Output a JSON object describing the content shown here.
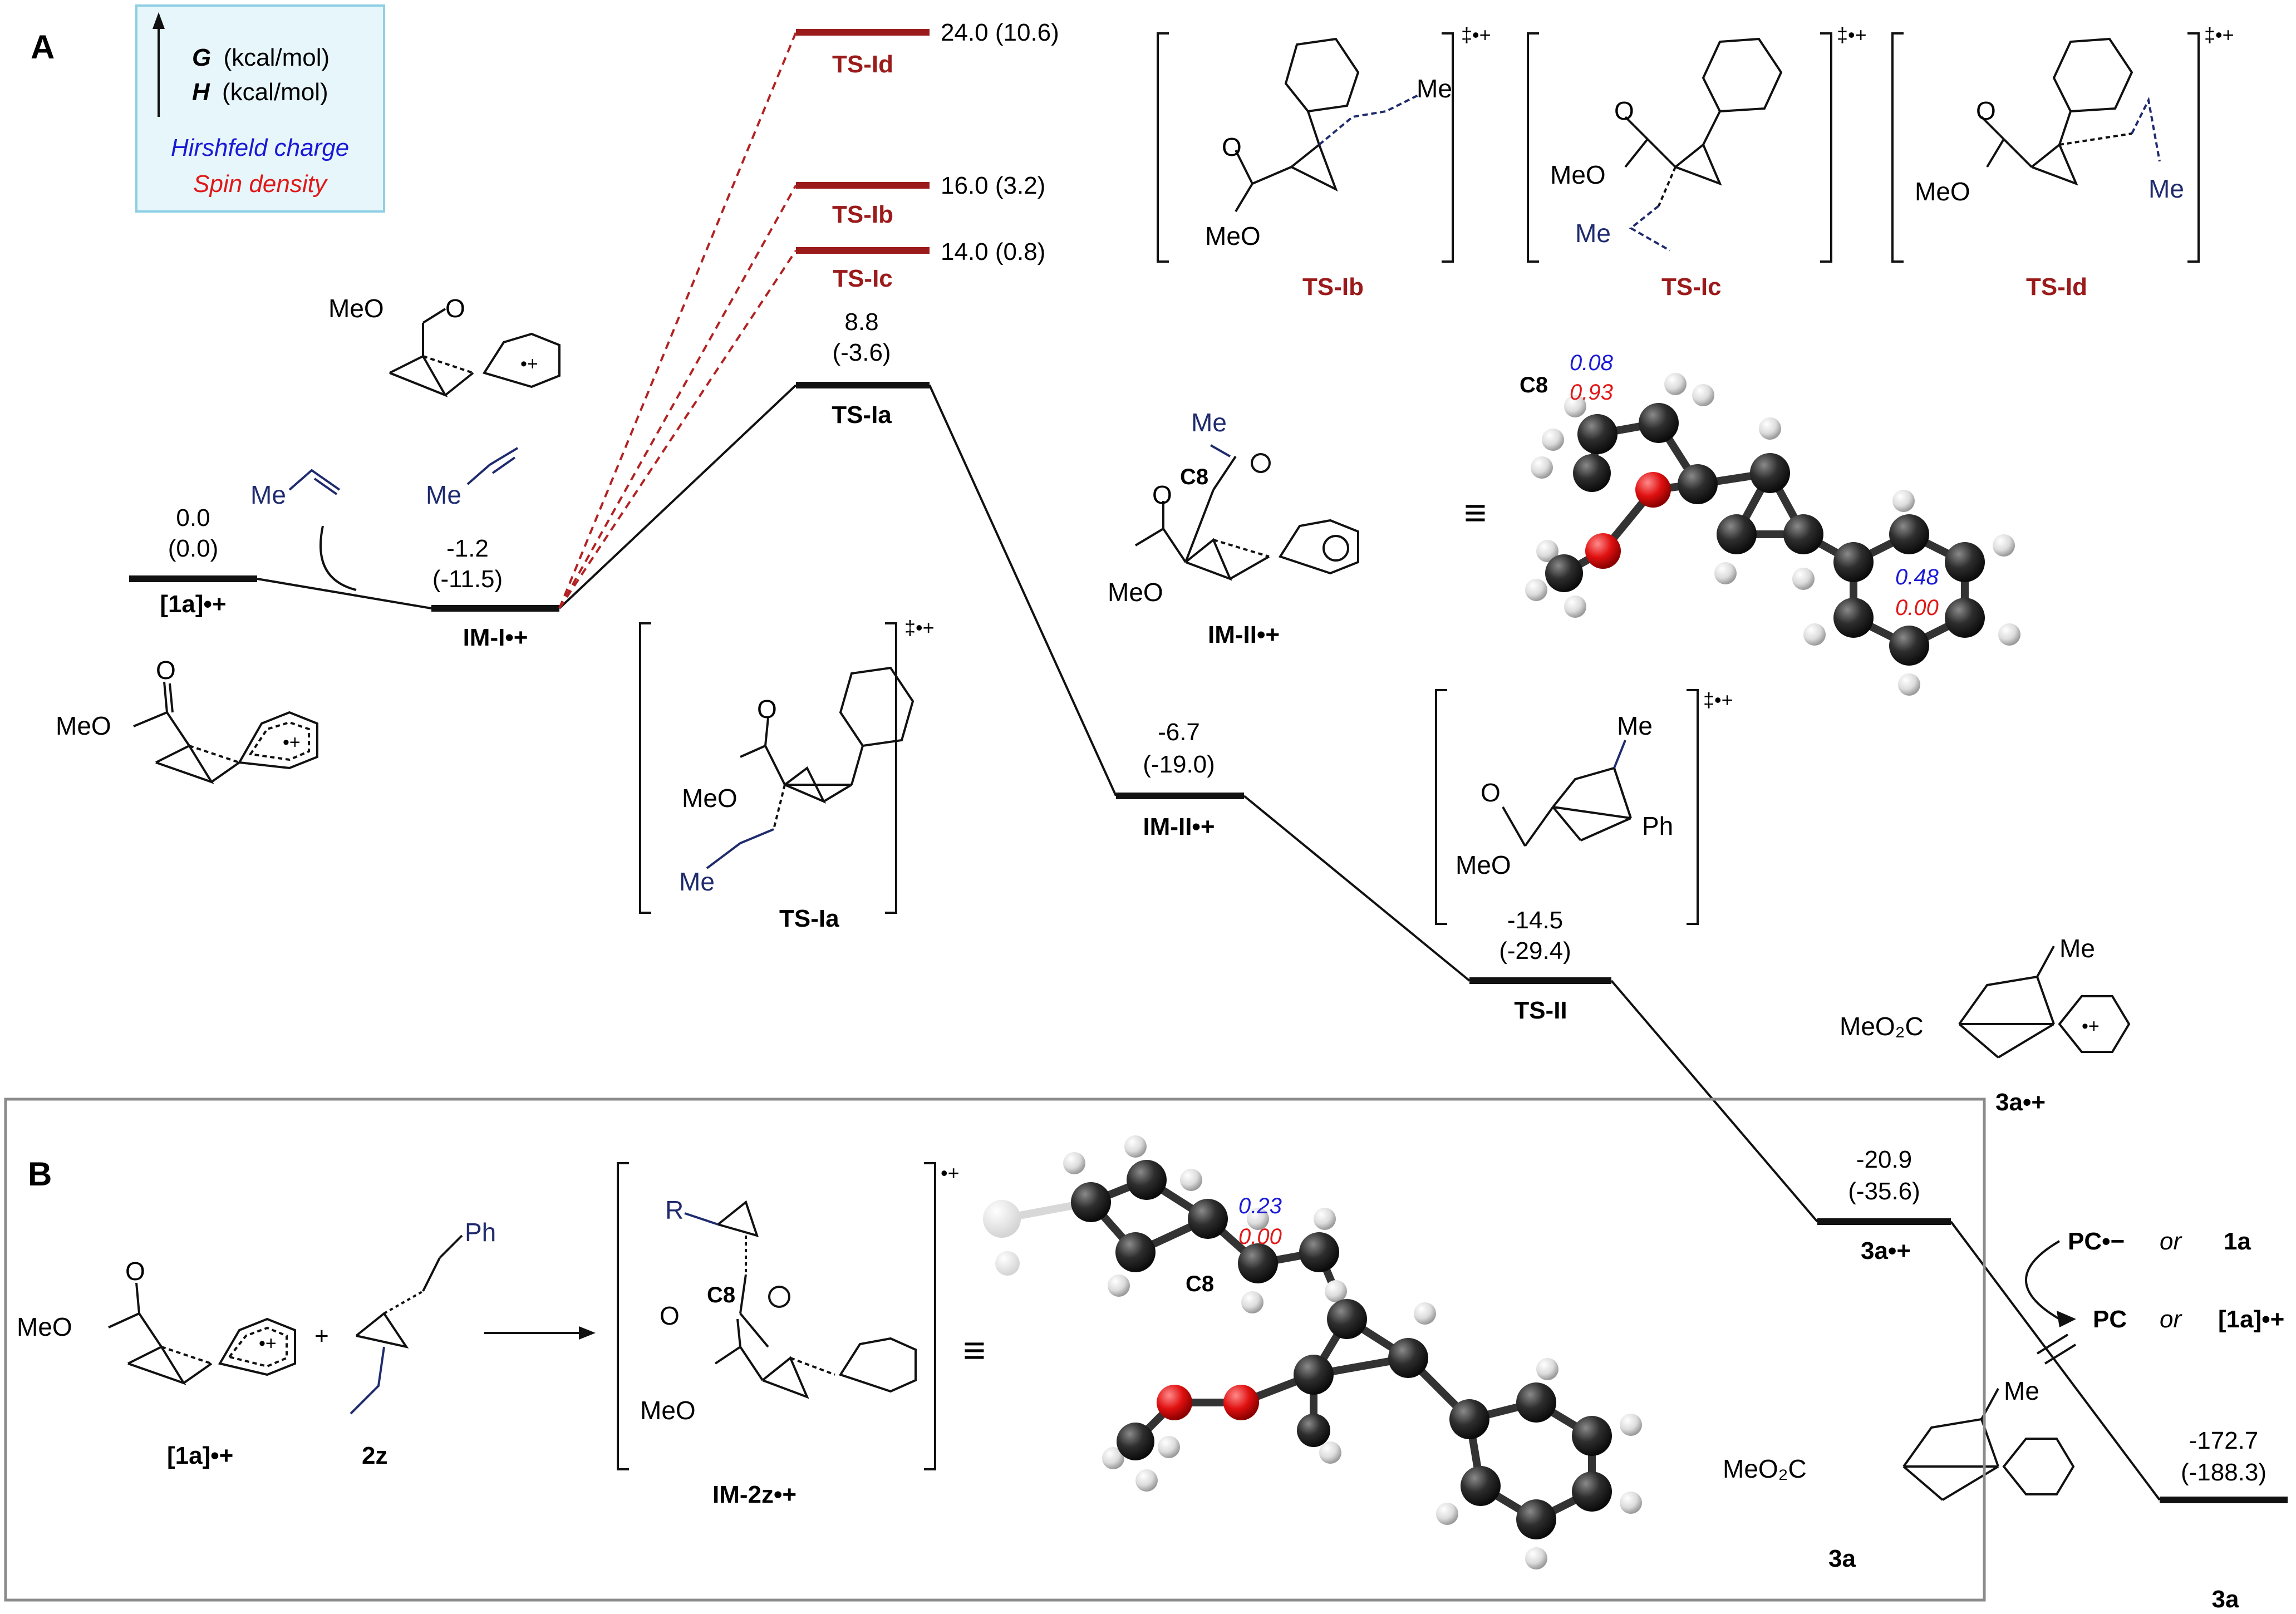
{
  "panel_a_label": "A",
  "panel_b_label": "B",
  "legend": {
    "g_label": "G",
    "h_label": "H",
    "unit": "(kcal/mol)",
    "hirshfeld": "Hirshfeld charge",
    "spin": "Spin density",
    "colors": {
      "charge": "#1a1ad6",
      "spin": "#e01818",
      "box_bg": "#e6f6fb",
      "box_border": "#8ecfe3"
    }
  },
  "energy_levels": [
    {
      "id": "1a",
      "label": "[1a]•+",
      "g": "0.0",
      "h": "(0.0)"
    },
    {
      "id": "IM-I",
      "label": "IM-I•+",
      "g": "-1.2",
      "h": "(-11.5)"
    },
    {
      "id": "TS-Ia",
      "label": "TS-Ia",
      "g": "8.8",
      "h": "(-3.6)"
    },
    {
      "id": "TS-Ib",
      "label": "TS-Ib",
      "value": "16.0 (3.2)"
    },
    {
      "id": "TS-Ic",
      "label": "TS-Ic",
      "value": "14.0 (0.8)"
    },
    {
      "id": "TS-Id",
      "label": "TS-Id",
      "value": "24.0 (10.6)"
    },
    {
      "id": "IM-II",
      "label": "IM-II•+",
      "g": "-6.7",
      "h": "(-19.0)"
    },
    {
      "id": "TS-II",
      "label": "TS-II",
      "g": "-14.5",
      "h": "(-29.4)"
    },
    {
      "id": "3a-rc",
      "label": "3a•+",
      "g": "-20.9",
      "h": "(-35.6)"
    },
    {
      "id": "3a",
      "label": "3a",
      "g": "-172.7",
      "h": "(-188.3)"
    }
  ],
  "ts_structure_labels": {
    "ts_ib": "TS-Ib",
    "ts_ic": "TS-Ic",
    "ts_id": "TS-Id",
    "ts_ia": "TS-Ia",
    "ts_ii_mark": "‡•+",
    "radical_cation_mark": "•+"
  },
  "im2": {
    "label": "IM-II•+",
    "c8": "C8",
    "charge_c8": "0.08",
    "spin_c8": "0.93",
    "charge_ring": "0.48",
    "spin_ring": "0.00"
  },
  "product_labels": {
    "rc": "3a•+",
    "final": "3a"
  },
  "sxt_cycle": {
    "pc_minus": "PC•−",
    "or1": "or",
    "one_a": "1a",
    "pc": "PC",
    "or2": "or",
    "one_a_rc": "[1a]•+"
  },
  "panel_b": {
    "reactant1": "[1a]•+",
    "plus": "+",
    "reactant2": "2z",
    "product": "IM-2z•+",
    "c8": "C8",
    "c8_model": "C8",
    "charge": "0.23",
    "spin": "0.00"
  },
  "chem_text": {
    "meo": "MeO",
    "me": "Me",
    "o": "O",
    "ph": "Ph",
    "r": "R",
    "co2me": "MeO₂C",
    "equiv": "≡",
    "dagger": "‡•+"
  },
  "colors": {
    "ts_side": "#9b1b1b",
    "dash": "#b22222",
    "substituent": "#1f2b6e",
    "main": "#111111"
  }
}
